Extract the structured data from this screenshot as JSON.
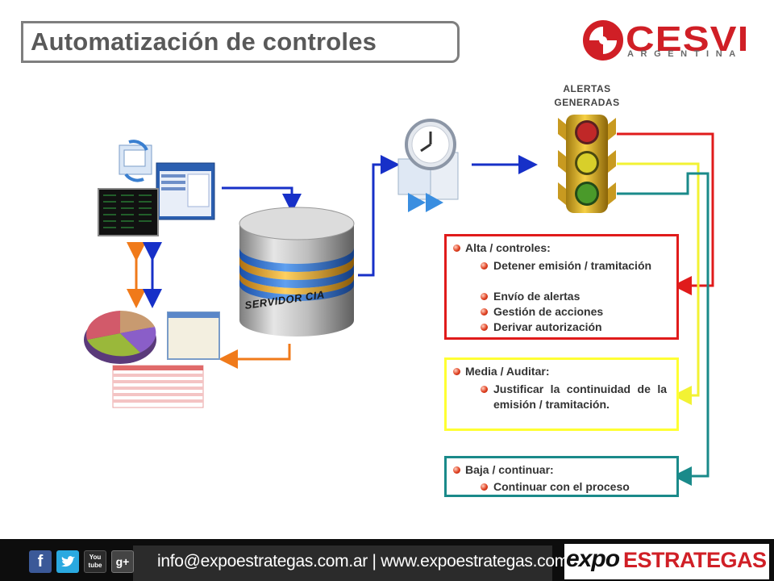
{
  "title": "Automatización de controles",
  "logo": {
    "name": "CESVI",
    "sub": "ARGENTINA"
  },
  "alerts_label": [
    "ALERTAS",
    "GENERADAS"
  ],
  "server_label": "SERVIDOR CIA",
  "boxes": [
    {
      "id": "alta",
      "color": "#e01b1b",
      "heading": "Alta / controles:",
      "items": [
        "Detener emisión / tramitación",
        "Envío de alertas",
        "Gestión de acciones",
        "Derivar autorización"
      ]
    },
    {
      "id": "media",
      "color": "#ffff33",
      "heading": "Media / Auditar:",
      "items": [
        "Justificar la continuidad de la emisión / tramitación."
      ]
    },
    {
      "id": "baja",
      "color": "#1a8a8a",
      "heading": "Baja / continuar:",
      "items": [
        "Continuar con el proceso"
      ]
    }
  ],
  "colors": {
    "red": "#e01b1b",
    "yellow": "#ffff33",
    "teal": "#1a8a8a",
    "blue": "#1730c8",
    "orange": "#f07a1a"
  },
  "footer": {
    "contact": "info@expoestrategas.com.ar | www.expoestrategas.com.ar",
    "brand_a": "expo",
    "brand_b": "ESTRATEGAS",
    "social": [
      "f",
      "twitter",
      "You tube",
      "g+"
    ]
  }
}
